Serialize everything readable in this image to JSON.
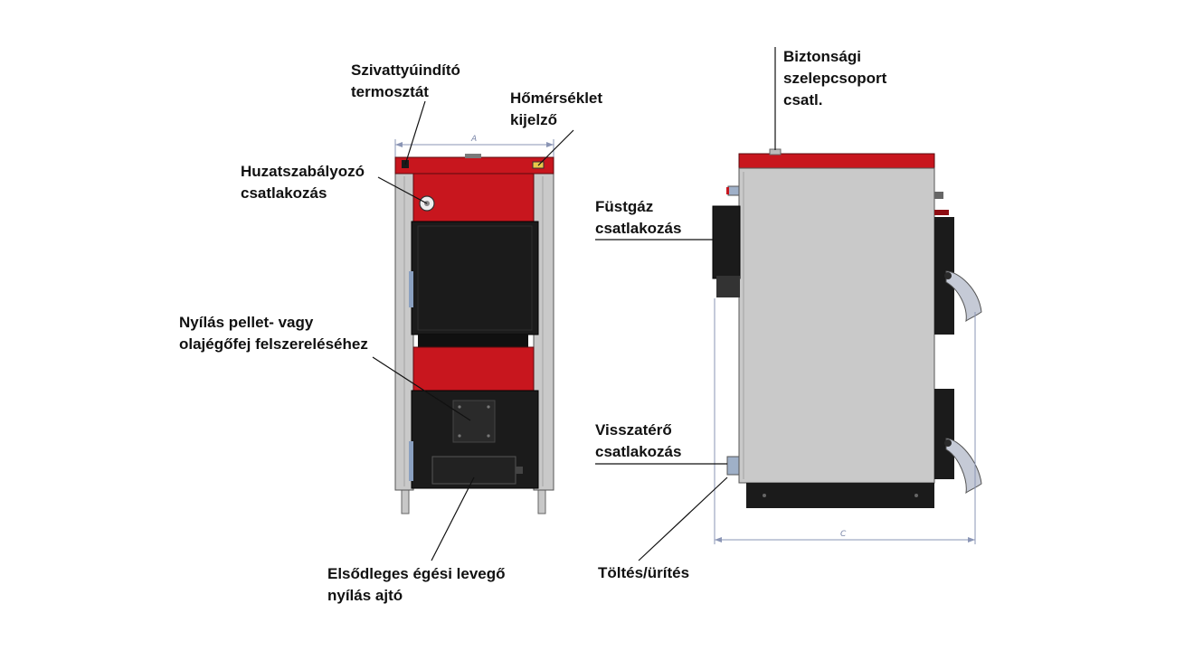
{
  "colors": {
    "red": "#c8161e",
    "dark_red": "#8e0d13",
    "black_door": "#1b1b1b",
    "steel": "#c9c9c9",
    "steel_dark": "#a3a3a3",
    "leader": "#111111",
    "dimension": "#8a95b5"
  },
  "front_view": {
    "labels": {
      "pump_thermostat": "Szivattyúindító\ntermosztát",
      "temperature_display": "Hőmérséklet\nkijelző",
      "draft_regulator": "Huzatszabályozó\ncsatlakozás",
      "burner_opening": "Nyílás pellet- vagy\nolajégőfej felszereléséhez",
      "primary_air_door": "Elsődleges égési levegő\nnyílás ajtó"
    },
    "dimension_label": "A"
  },
  "side_view": {
    "labels": {
      "safety_valve_group": "Biztonsági\nszelepcsoport\ncsatl.",
      "flue_connection": "Füstgáz\ncsatlakozás",
      "return_connection": "Visszatérő\ncsatlakozás",
      "fill_drain": "Töltés/ürítés"
    },
    "dimension_label": "C"
  }
}
